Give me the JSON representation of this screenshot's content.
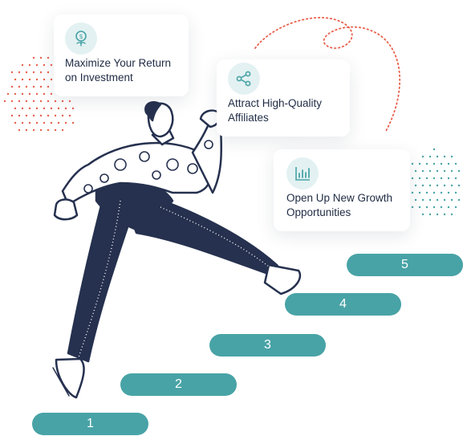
{
  "colors": {
    "teal": "#48a3a6",
    "navy": "#26314f",
    "coral": "#e8604c",
    "icon_bg": "#e3f1f2",
    "text": "#1f2b44"
  },
  "benefits": [
    {
      "icon": "dollar-plant-icon",
      "label": "Maximize Your Return\non Investment"
    },
    {
      "icon": "network-nodes-icon",
      "label": "Attract High-Quality\nAffiliates"
    },
    {
      "icon": "bar-chart-icon",
      "label": "Open Up New Growth\nOpportunities"
    }
  ],
  "steps": [
    "1",
    "2",
    "3",
    "4",
    "5"
  ]
}
